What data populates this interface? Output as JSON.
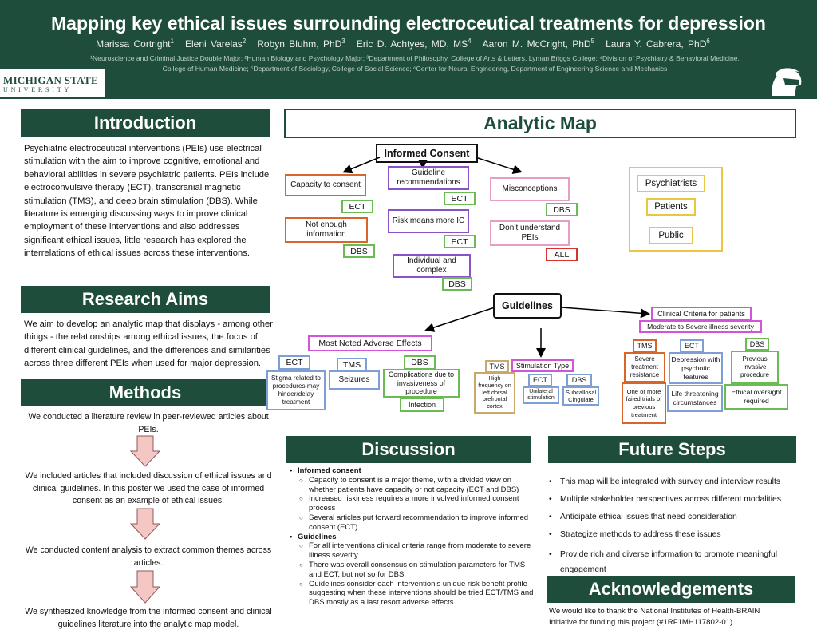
{
  "header": {
    "title": "Mapping key ethical issues surrounding electroceutical treatments for depression",
    "authors": [
      {
        "name": "Marissa Cortright",
        "sup": "1"
      },
      {
        "name": "Eleni Varelas",
        "sup": "2"
      },
      {
        "name": "Robyn Bluhm, PhD",
        "sup": "3"
      },
      {
        "name": "Eric D. Achtyes, MD, MS",
        "sup": "4"
      },
      {
        "name": "Aaron M. McCright, PhD",
        "sup": "5"
      },
      {
        "name": "Laura Y. Cabrera, PhD",
        "sup": "6"
      }
    ],
    "affiliations_line1": "¹Neuroscience and Criminal Justice Double Major; ²Human Biology and Psychology Major; ³Department of Philosophy, College of Arts & Letters, Lyman Briggs College; ⁴Division of Psychiatry & Behavioral Medicine,",
    "affiliations_line2": "College of Human Medicine; ⁵Department of Sociology, College of Social Science; ⁶Center for Neural Engineering, Department of Engineering Science and Mechanics",
    "logo_line1": "MICHIGAN STATE",
    "logo_line2": "UNIVERSITY",
    "spartan_icon": "spartan-helmet-icon"
  },
  "colors": {
    "brand": "#1e4d3b",
    "orange": "#d8662b",
    "green": "#6bbb55",
    "purple": "#8a52c9",
    "pink": "#e79ec5",
    "red": "#d0352f",
    "yellow": "#ecc640",
    "magenta": "#d254d8",
    "blue": "#7e9fd4"
  },
  "introduction": {
    "heading": "Introduction",
    "text": "Psychiatric electroceutical interventions (PEIs) use electrical stimulation with the aim to improve cognitive, emotional and behavioral abilities in severe psychiatric patients. PEIs include electroconvulsive therapy (ECT), transcranial magnetic stimulation (TMS), and deep brain stimulation (DBS). While literature is emerging discussing ways to improve clinical employment of these interventions and also addresses significant ethical issues, little research has explored the interrelations of ethical issues across these interventions."
  },
  "research_aims": {
    "heading": "Research Aims",
    "text": "We aim to develop an analytic map that displays - among other things - the relationships among ethical issues, the focus of different clinical guidelines, and the differences and similarities across three different PEIs when used for major depression."
  },
  "methods": {
    "heading": "Methods",
    "steps": [
      "We conducted a literature review in peer-reviewed articles about PEIs.",
      "We included articles that included discussion of ethical issues and clinical guidelines. In this poster we used the case of informed consent as an example of ethical issues.",
      "We conducted content analysis to extract common themes across articles.",
      "We synthesized knowledge from the informed consent and clinical guidelines literature into the analytic map model."
    ]
  },
  "analytic_map": {
    "heading": "Analytic Map",
    "informed_consent": "Informed Consent",
    "capacity": "Capacity to consent",
    "capacity_tag": "ECT",
    "not_enough": "Not enough information",
    "not_enough_tag": "DBS",
    "guideline_rec": "Guideline recommendations",
    "guideline_rec_tag": "ECT",
    "risk_ic": "Risk means more IC",
    "risk_ic_tag": "ECT",
    "individual": "Individual and complex",
    "individual_tag": "DBS",
    "misconceptions": "Misconceptions",
    "misconceptions_tag": "DBS",
    "dont_understand": "Don’t understand PEIs",
    "dont_understand_tag": "ALL",
    "legend": [
      "Psychiatrists",
      "Patients",
      "Public"
    ],
    "guidelines": "Guidelines",
    "adverse": "Most Noted Adverse Effects",
    "ae_ect_tag": "ECT",
    "ae_ect": "Stigma related to procedures may hinder/delay treatment",
    "ae_tms_tag": "TMS",
    "ae_tms": "Seizures",
    "ae_dbs_tag": "DBS",
    "ae_dbs": "Complications due to invasiveness of procedure",
    "ae_dbs2": "Infection",
    "tms_tag": "TMS",
    "tms_text": "High frequency on left dorsal prefrontal cortex",
    "stim_type": "Stimulation Type",
    "stim_ect_tag": "ECT",
    "stim_ect": "Unilateral stimulation",
    "stim_dbs_tag": "DBS",
    "stim_dbs": "Subcallosal Cingulate",
    "criteria": "Clinical Criteria for patients",
    "criteria_sub": "Moderate to Severe illness severity",
    "cc_tms_tag": "TMS",
    "cc_tms1": "Severe treatment resistance",
    "cc_tms2": "One or more failed trials of previous treatment",
    "cc_ect_tag": "ECT",
    "cc_ect1": "Depression with psychotic features",
    "cc_ect2": "Life threatening circumstances",
    "cc_dbs_tag": "DBS",
    "cc_dbs1": "Previous invasive procedure",
    "cc_dbs2": "Ethical oversight required"
  },
  "discussion": {
    "heading": "Discussion",
    "sections": [
      {
        "title": "Informed consent",
        "items": [
          "Capacity to consent is a major theme, with a divided view on whether patients have capacity or not capacity (ECT and DBS)",
          "Increased riskiness requires a more involved informed consent process",
          "Several articles put forward recommendation to improve informed consent (ECT)"
        ]
      },
      {
        "title": "Guidelines",
        "items": [
          "For all interventions clinical criteria range from moderate to severe illness severity",
          "There was overall consensus on stimulation parameters for TMS and ECT, but not so for DBS",
          "Guidelines consider each intervention’s unique risk-benefit profile suggesting when these interventions should be tried ECT/TMS and DBS mostly as a last resort adverse effects"
        ]
      }
    ]
  },
  "future_steps": {
    "heading": "Future Steps",
    "items": [
      "This map will be integrated with survey and interview results",
      "Multiple stakeholder perspectives across different modalities",
      "Anticipate ethical issues that need consideration",
      "Strategize methods to address these issues",
      "Provide rich and diverse information to promote meaningful engagement"
    ]
  },
  "acknowledgements": {
    "heading": "Acknowledgements",
    "text": "We would like to thank the National Institutes of Health-BRAIN Initiative for funding this project (#1RF1MH117802-01)."
  }
}
